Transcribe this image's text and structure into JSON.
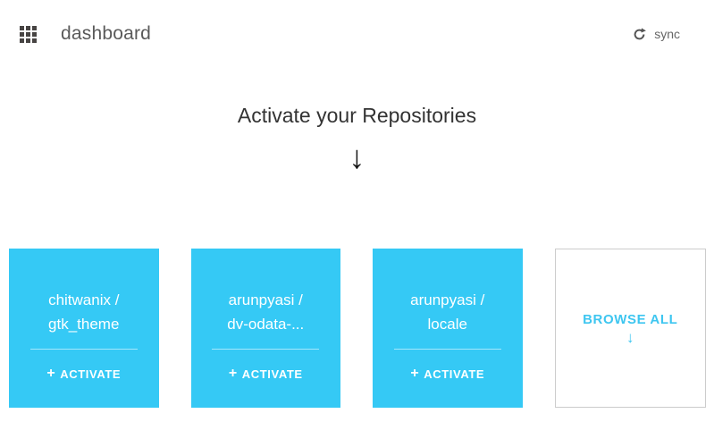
{
  "header": {
    "title": "dashboard",
    "sync_label": "sync"
  },
  "main": {
    "heading": "Activate your Repositories",
    "down_arrow_icon": "↓"
  },
  "cards": {
    "activate_plus_icon": "+",
    "repos": [
      {
        "line1": "chitwanix /",
        "line2": "gtk_theme",
        "action": "ACTIVATE"
      },
      {
        "line1": "arunpyasi /",
        "line2": "dv-odata-...",
        "action": "ACTIVATE"
      },
      {
        "line1": "arunpyasi /",
        "line2": "locale",
        "action": "ACTIVATE"
      }
    ],
    "browse_all": {
      "label": "BROWSE ALL",
      "arrow_icon": "↓"
    }
  },
  "colors": {
    "card_accent": "#35c9f5",
    "browse_text": "#3ec6f0",
    "browse_border": "#cccccc",
    "title_text": "#5a5a5a",
    "heading_text": "#333333"
  }
}
